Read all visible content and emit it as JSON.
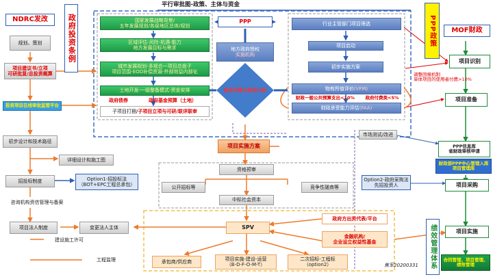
{
  "header": {
    "title": "平行审批图-政策、主体与资金",
    "ndrc_label": "NDRC发改",
    "mof_label": "MOF财政",
    "author_note": "焦军20200331"
  },
  "vertical_labels": {
    "gov_invest": "政府投资条例",
    "ppp_policy": "PPP政策",
    "perf_mgmt": "绩效管理体系"
  },
  "left_chain": {
    "planning": "规划、策划",
    "proposal_l1": "项目建议书/立项",
    "proposal_l2": "可研批复/总投资概算",
    "online_platform": "投资项目在线审批监管平台",
    "preliminary": "初步设计和技术路径",
    "detail_design": "详细设计和施工图",
    "bid_system": "招投标制度",
    "consult_mgmt": "咨询机构资信管理与备案",
    "legal_person": "项目法人制度",
    "change_legal": "变更法人主体",
    "construction_permit": "建设施工许可",
    "supervision": "工程监理"
  },
  "green_block": {
    "row1_l1": "国家发展战略背景/",
    "row1_l2": "五年发展规划/各级地区总体/规划",
    "row2_l1": "区域评估-风险-机遇-能力",
    "row2_l2": "地方发展目标与需求",
    "row3_l1": "城市发展规划-多规合一项目总盘子",
    "row3_l2": "项目范围-EOD补偿资源-外部效益内部化",
    "row4": "土地开发-一级整备模式-资金安排",
    "gov_bond": "政府债券",
    "special_fund": "政府基金预算（土地）",
    "package_l1": "子项目打捆/",
    "package_l2": "子项目立项与可研/联评联审"
  },
  "center": {
    "ppp": "PPP",
    "local_gov_l1": "地方政府授权",
    "local_gov_l2": "实施机构",
    "diamond": "投资决策与财务分析",
    "impl_plan": "项目实施方案",
    "market_test": "市场测试/改进"
  },
  "blue_block": {
    "industry_screen": "行业主管部门项目筛选",
    "project_start": "项目启动",
    "prelim_plan": "初步实施方案",
    "vfm": "物有所值评价",
    "vfm_tag": "(VFM)",
    "ratio_note1": "财政一般公共预算支出<10%",
    "ratio_note2": "政府付费类<5%",
    "fiscal_ability": "财政承受能力评估",
    "fiscal_tag": "(FAA)"
  },
  "right_chain": {
    "identify": "项目识别",
    "adjust_note_l1": "调整回报机制",
    "adjust_note_l2": "单体项目的使用者付费>10%",
    "prepare": "项目准备",
    "ppp_info_l1": "PPP信息库",
    "ppp_info_l2": "省财政审核申请",
    "platform_l1": "财政部PPP中心管理入库",
    "platform_l2": "项目管理库",
    "procure": "项目采购",
    "execute": "项目实施",
    "bottom_l1": "合同管理、项目管理、",
    "bottom_l2": "绩效管理"
  },
  "middle_grey": {
    "negotiate": "资格预审",
    "public_bid": "公开招标等",
    "competitive": "竞争性磋商等",
    "winning_capital": "中标社会资本",
    "option1_l1": "Option1-招投标法",
    "option1_l2": "（BOT+EPC工程总承包）",
    "option2_l1": "Option2-政府采购法",
    "option2_l2": "先招投资人"
  },
  "spv_block": {
    "spv": "SPV",
    "gov_rep": "政府方出资代表/平台",
    "finance_l1": "金融机构/",
    "finance_l2": "企业设立权益性基金",
    "contractor": "承包商/供应商",
    "implement_l1": "项目实施-建设-运营",
    "implement_l2": "（B-D-F-O-M-T）",
    "second_bid_l1": "二次招标-工程标",
    "second_bid_l2": "（option2）"
  },
  "colors": {
    "accent_blue": "#2d5fb3",
    "green": "#1e9a48",
    "orange": "#f0a060",
    "red": "#e00000",
    "dashed_blue": "#3a6fc4"
  }
}
